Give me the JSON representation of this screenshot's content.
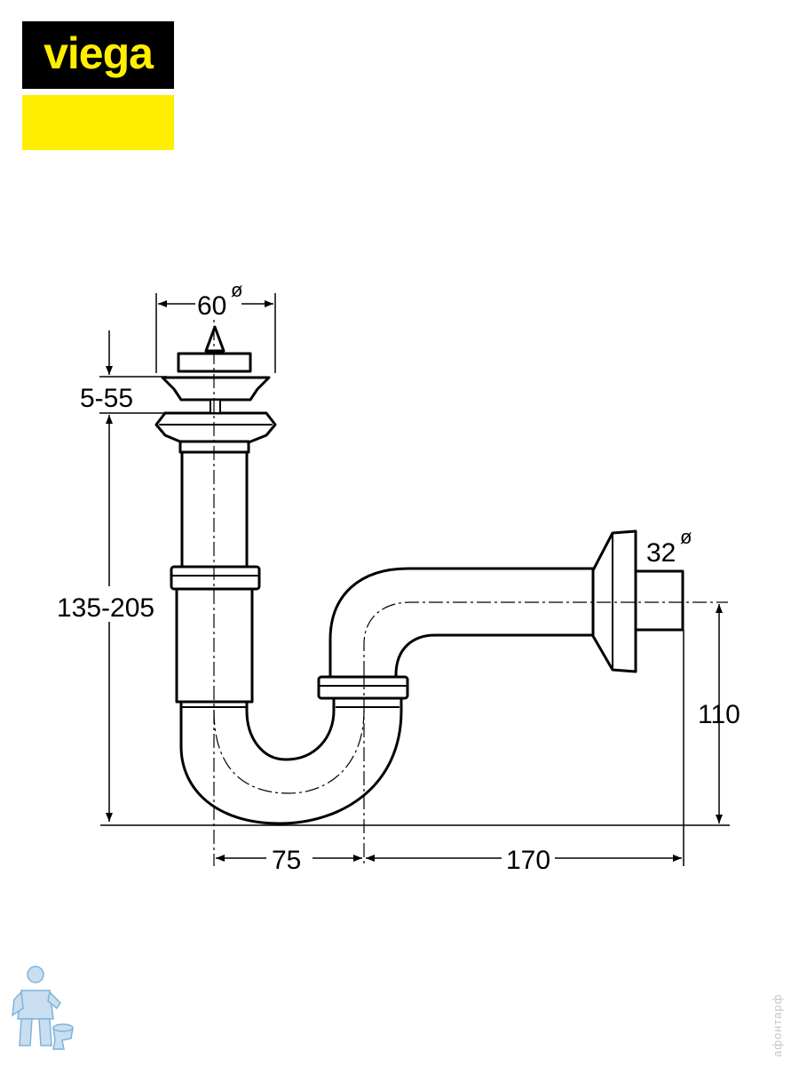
{
  "brand": {
    "name": "viega",
    "text_color": "#ffee00",
    "band_color": "#000000",
    "accent_color": "#ffee00"
  },
  "dimensions": {
    "strainer_diameter": "60",
    "strainer_diameter_symbol": "ø",
    "inlet_adjustment": "5-55",
    "height_range": "135-205",
    "outlet_diameter": "32",
    "outlet_diameter_symbol": "ø",
    "outlet_height": "110",
    "trap_offset": "75",
    "outlet_length": "170"
  },
  "watermark": {
    "text": "aфонтарф",
    "color": "#c7c7c7"
  },
  "mascot": {
    "icon": "plumber-with-toilet-icon",
    "color": "#7fb3d9"
  }
}
